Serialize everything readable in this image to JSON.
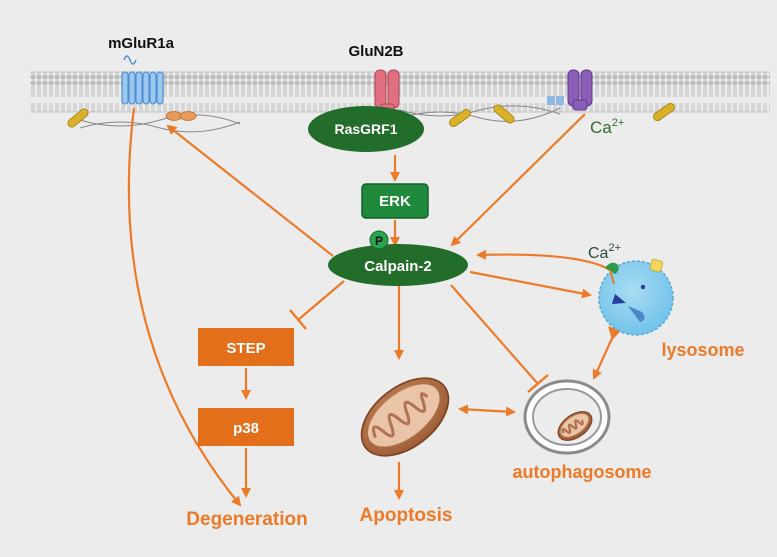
{
  "receptors": {
    "mglur1a": "mGluR1a",
    "glun2b": "GluN2B",
    "channel_ion": "Ca",
    "channel_ion_charge": "2+"
  },
  "nodes": {
    "rasgrf1": "RasGRF1",
    "erk": "ERK",
    "phospho": "P",
    "calpain2": "Calpain-2",
    "step": "STEP",
    "p38": "p38"
  },
  "outcomes": {
    "degeneration": "Degeneration",
    "apoptosis": "Apoptosis",
    "autophagosome": "autophagosome",
    "lysosome": "lysosome"
  },
  "lysosome_ion": "Ca",
  "lysosome_ion_charge": "2+",
  "colors": {
    "arrow": "#ec7a27",
    "green_dark": "#236d2a",
    "green_box": "#1f8a3b",
    "orange_box": "#e36f1b",
    "orange_text": "#ec7a27",
    "lysosome": "#8fd1ee",
    "membrane": "#c9c9c9"
  }
}
